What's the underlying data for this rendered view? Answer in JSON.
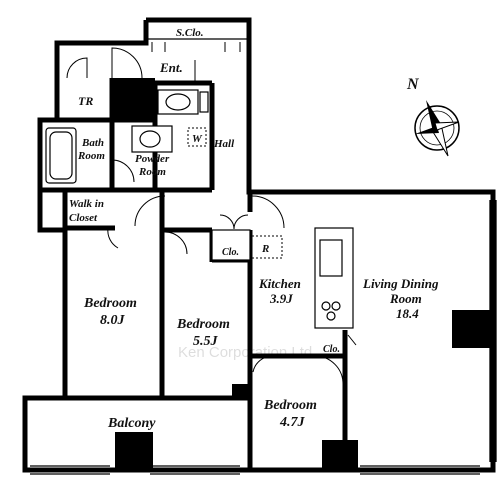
{
  "rooms": {
    "storage_closet": "S.Clo.",
    "entrance": "Ent.",
    "toilet": "TR",
    "bath_line1": "Bath",
    "bath_line2": "Room",
    "washer": "W",
    "powder_line1": "Powder",
    "powder_line2": "Room",
    "hall": "Hall",
    "walkin_line1": "Walk in",
    "walkin_line2": "Closet",
    "closet_a": "Clo.",
    "refrigerator": "R",
    "kitchen_name": "Kitchen",
    "kitchen_size": "3.9J",
    "living_line1": "Living Dining",
    "living_line2": "Room",
    "living_size": "18.4",
    "bedroom1_name": "Bedroom",
    "bedroom1_size": "8.0J",
    "bedroom2_name": "Bedroom",
    "bedroom2_size": "5.5J",
    "closet_b": "Clo.",
    "bedroom3_name": "Bedroom",
    "bedroom3_size": "4.7J",
    "balcony": "Balcony"
  },
  "compass": {
    "north_label": "N"
  },
  "watermark": "Ken Corporation Ltd"
}
